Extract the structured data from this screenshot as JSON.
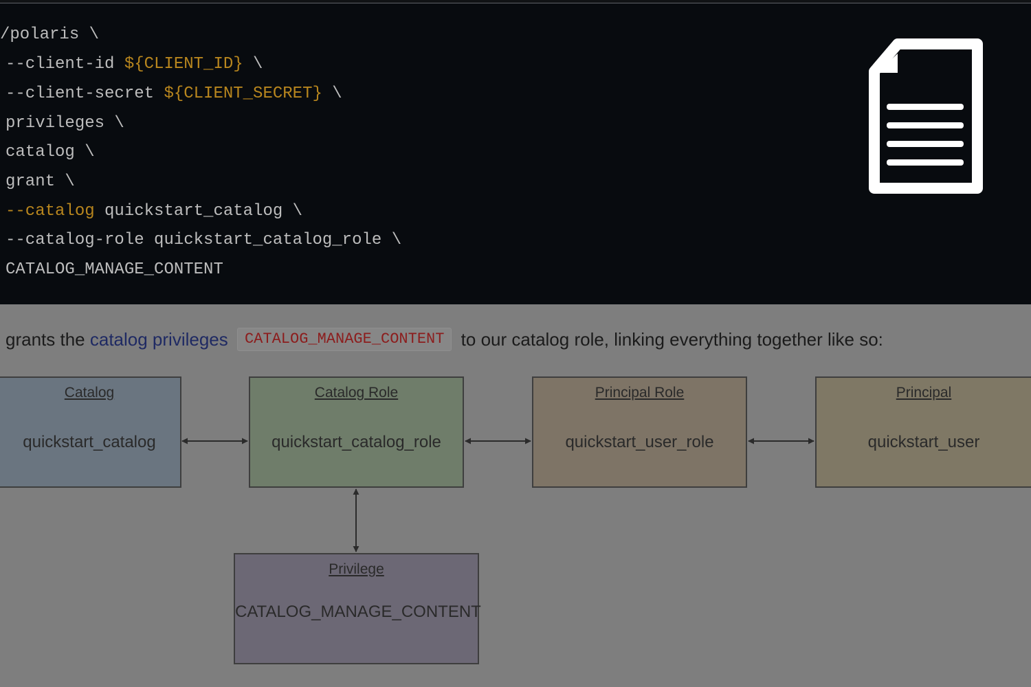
{
  "code": {
    "lines": [
      [
        {
          "t": "/polaris \\",
          "c": "plain"
        }
      ],
      [
        {
          "t": "--client-id ",
          "c": "plain"
        },
        {
          "t": "${CLIENT_ID}",
          "c": "var"
        },
        {
          "t": " \\",
          "c": "plain"
        }
      ],
      [
        {
          "t": "--client-secret ",
          "c": "plain"
        },
        {
          "t": "${CLIENT_SECRET}",
          "c": "var"
        },
        {
          "t": " \\",
          "c": "plain"
        }
      ],
      [
        {
          "t": "privileges \\",
          "c": "plain"
        }
      ],
      [
        {
          "t": "catalog \\",
          "c": "plain"
        }
      ],
      [
        {
          "t": "grant \\",
          "c": "plain"
        }
      ],
      [
        {
          "t": "--catalog",
          "c": "flag"
        },
        {
          "t": " quickstart_catalog \\",
          "c": "plain"
        }
      ],
      [
        {
          "t": "--catalog-role quickstart_catalog_role \\",
          "c": "plain"
        }
      ],
      [
        {
          "t": "CATALOG_MANAGE_CONTENT",
          "c": "plain"
        }
      ]
    ]
  },
  "prose": {
    "before": "grants the ",
    "link": "catalog privileges",
    "code": "CATALOG_MANAGE_CONTENT",
    "after": "to our catalog role, linking everything together like so:"
  },
  "diagram": {
    "catalog": {
      "title": "Catalog",
      "value": "quickstart_catalog"
    },
    "catalog_role": {
      "title": "Catalog Role",
      "value": "quickstart_catalog_role"
    },
    "principal_role": {
      "title": "Principal Role",
      "value": "quickstart_user_role"
    },
    "principal": {
      "title": "Principal",
      "value": "quickstart_user"
    },
    "privilege": {
      "title": "Privilege",
      "value": "CATALOG_MANAGE_CONTENT"
    }
  },
  "icons": {
    "overlay": "document-icon"
  },
  "colors": {
    "code_background": "#080b0f",
    "code_text": "#bdbdbd",
    "code_variable": "#b8861e",
    "link": "#1f2a63",
    "inline_code": "#8c1d1d"
  }
}
